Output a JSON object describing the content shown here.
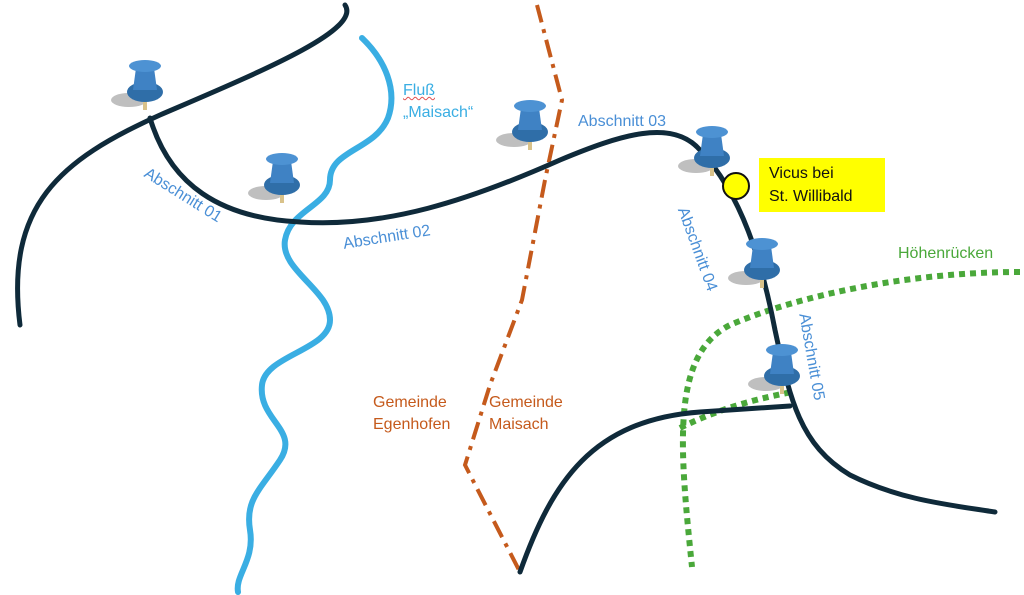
{
  "labels": {
    "river": [
      "Fluß",
      "„Maisach“"
    ],
    "sections": [
      "Abschnitt 01",
      "Abschnitt 02",
      "Abschnitt 03",
      "Abschnitt 04",
      "Abschnitt 05"
    ],
    "municipality_left": [
      "Gemeinde",
      "Egenhofen"
    ],
    "municipality_right": [
      "Gemeinde",
      "Maisach"
    ],
    "ridge": "Höhenrücken",
    "site": [
      "Vicus bei",
      "St. Willibald"
    ]
  },
  "colors": {
    "road": "#0f2a3a",
    "river": "#3aaee3",
    "border": "#c55a1c",
    "ridge": "#4aa83a",
    "pin": "#3f82c4",
    "site": "#ffff00"
  }
}
